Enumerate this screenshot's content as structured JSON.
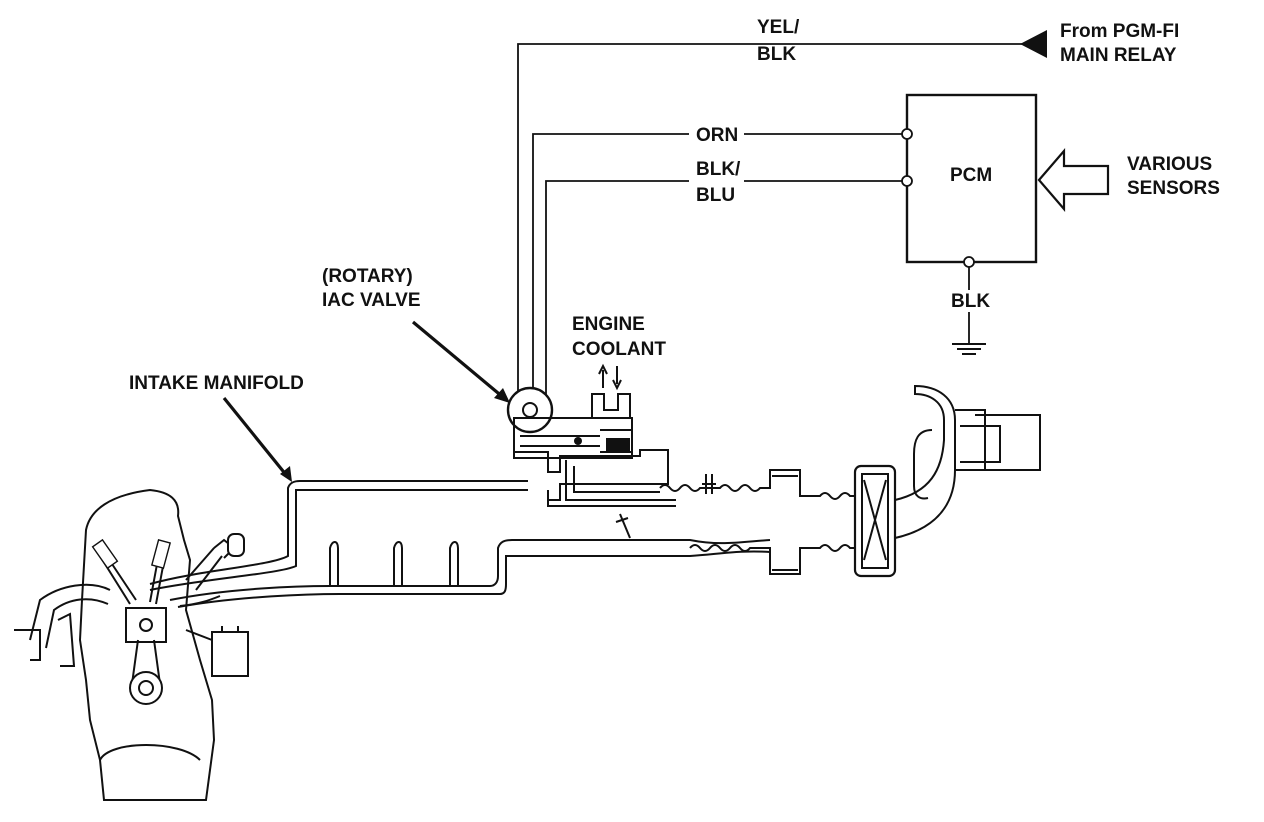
{
  "labels": {
    "wire_yel_blk_line1": "YEL/",
    "wire_yel_blk_line2": "BLK",
    "main_relay_line1": "From PGM-FI",
    "main_relay_line2": "MAIN RELAY",
    "wire_orn": "ORN",
    "wire_blk_blu_line1": "BLK/",
    "wire_blk_blu_line2": "BLU",
    "pcm": "PCM",
    "sensors_line1": "VARIOUS",
    "sensors_line2": "SENSORS",
    "ground_wire": "BLK",
    "iac_line1": "(ROTARY)",
    "iac_line2": "IAC VALVE",
    "coolant_line1": "ENGINE",
    "coolant_line2": "COOLANT",
    "intake_manifold": "INTAKE MANIFOLD"
  },
  "icons": {
    "relay_arrow": "triangle-arrow-left-icon",
    "sensor_arrow": "hollow-arrow-left-icon",
    "ground": "ground-symbol-icon",
    "coolant_flow": "up-down-arrows-icon"
  },
  "colors": {
    "ink": "#111111",
    "paper": "#ffffff"
  }
}
